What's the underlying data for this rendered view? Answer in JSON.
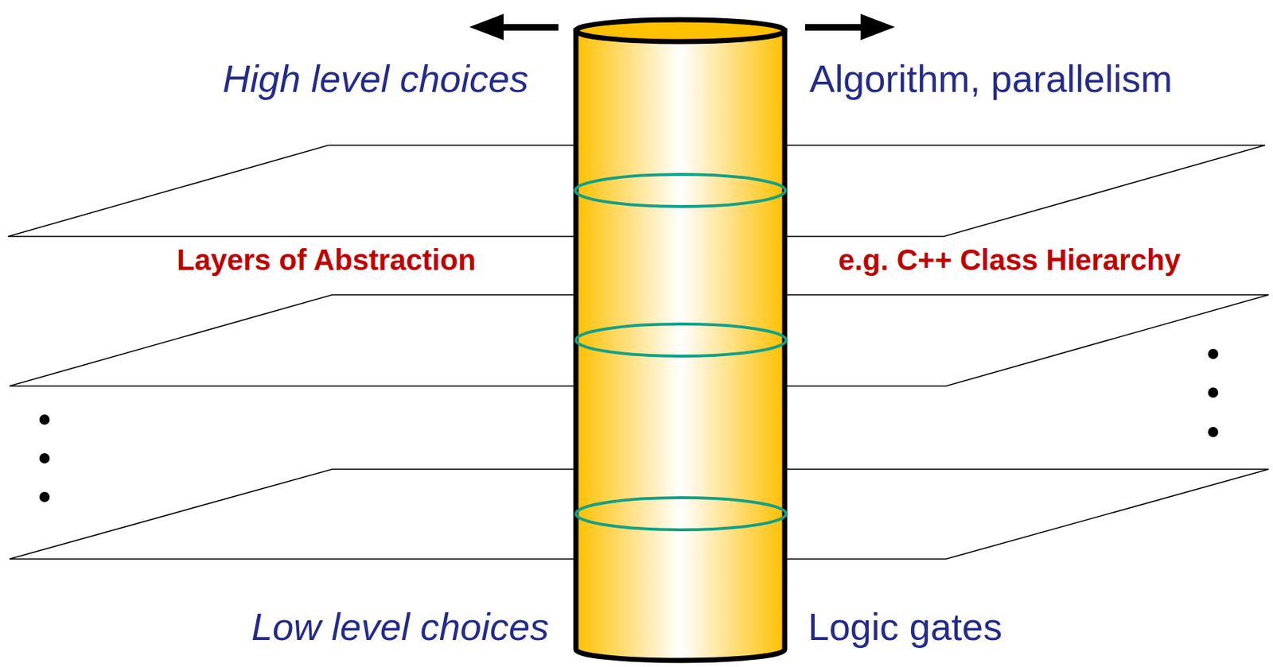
{
  "diagram": {
    "labels": [
      "High level choices",
      "Algorithm, parallelism",
      "Layers of Abstraction",
      "e.g. C++ Class Hierarchy",
      "Low level choices",
      "Logic gates"
    ]
  }
}
